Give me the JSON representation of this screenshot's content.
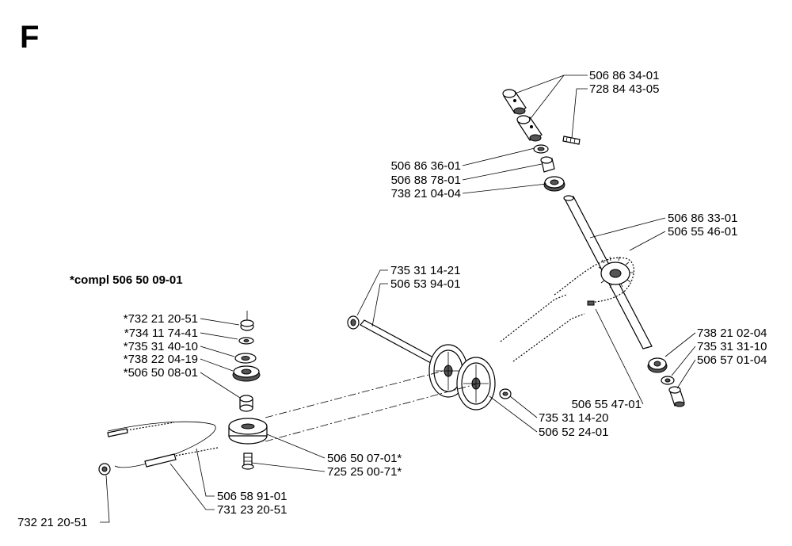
{
  "section_letter": "F",
  "kit_label": "*compl 506 50 09-01",
  "parts": {
    "p506863401": "506 86 34-01",
    "p728844305": "728 84 43-05",
    "p506863601": "506 86 36-01",
    "p506887801": "506 88 78-01",
    "p738210404": "738 21 04-04",
    "p506863301": "506 86 33-01",
    "p506554601": "506 55 46-01",
    "p735311421": "735 31 14-21",
    "p506539401": "506 53 94-01",
    "p732212051s": "*732 21 20-51",
    "p734117441s": "*734 11 74-41",
    "p735314010s": "*735 31 40-10",
    "p738220419s": "*738 22 04-19",
    "p506500801s": "*506 50 08-01",
    "p738210204": "738 21 02-04",
    "p735313110": "735 31 31-10",
    "p506570104": "506 57 01-04",
    "p506554701": "506 55 47-01",
    "p735311420": "735 31 14-20",
    "p506522401": "506 52 24-01",
    "p506500701s": "506 50 07-01*",
    "p725250071s": "725 25 00-71*",
    "p506589101": "506 58 91-01",
    "p731232051": "731 23 20-51",
    "p732212051": "732 21 20-51"
  }
}
